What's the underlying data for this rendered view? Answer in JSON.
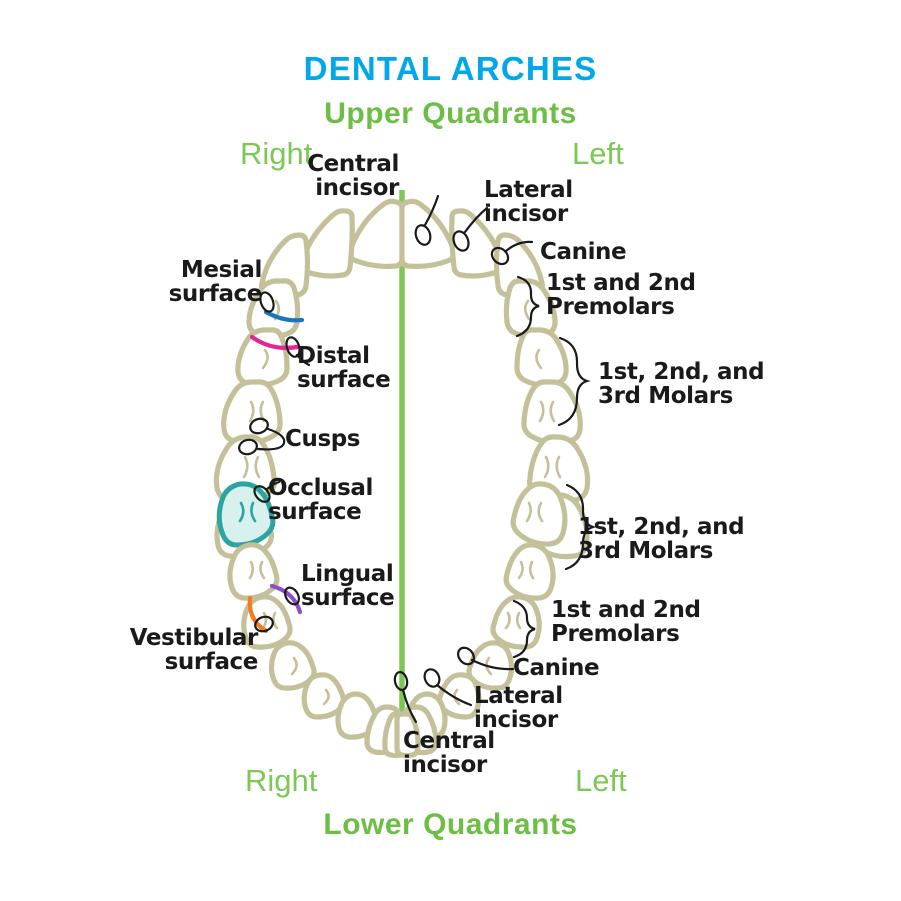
{
  "header": {
    "title": "DENTAL ARCHES",
    "upper_quadrants": "Upper Quadrants",
    "lower_quadrants": "Lower Quadrants",
    "title_color": "#00a8ea",
    "quadrant_color": "#6cbe45"
  },
  "sides": {
    "upper_right": "Right",
    "upper_left": "Left",
    "lower_right": "Right",
    "lower_left": "Left",
    "color": "#7dc855"
  },
  "midline": {
    "name": "midline",
    "color": "#7dc855"
  },
  "colors": {
    "tooth_outline": "#c4c19a",
    "tooth_fill": "#ffffff",
    "groove": "#c4c19a",
    "pointer": "#1a1a1a",
    "mesial": "#1b75bc",
    "distal": "#e5268f",
    "lingual": "#8e4fc6",
    "vestibular": "#f47b20",
    "occlusal_stroke": "#2aa5a0",
    "occlusal_fill": "#d8f0ee",
    "text": "#1a1a1a",
    "background": "#ffffff"
  },
  "annotations": {
    "upper_left": [
      {
        "id": "upper-central-incisor",
        "text": "Central\nincisor"
      },
      {
        "id": "upper-lateral-incisor",
        "text": "Lateral\nincisor"
      },
      {
        "id": "upper-canine",
        "text": "Canine"
      },
      {
        "id": "upper-premolars",
        "text": "1st and 2nd\nPremolars"
      },
      {
        "id": "upper-molars",
        "text": "1st, 2nd, and\n3rd Molars"
      }
    ],
    "lower_left": [
      {
        "id": "lower-molars",
        "text": "1st, 2nd, and\n3rd Molars"
      },
      {
        "id": "lower-premolars",
        "text": "1st and 2nd\nPremolars"
      },
      {
        "id": "lower-canine",
        "text": "Canine"
      },
      {
        "id": "lower-lateral-incisor",
        "text": "Lateral\nincisor"
      },
      {
        "id": "lower-central-incisor",
        "text": "Central\nincisor"
      }
    ],
    "surfaces": [
      {
        "id": "mesial-surface",
        "text": "Mesial\nsurface"
      },
      {
        "id": "distal-surface",
        "text": "Distal\nsurface"
      },
      {
        "id": "cusps",
        "text": "Cusps"
      },
      {
        "id": "occlusal-surface",
        "text": "Occlusal\nsurface"
      },
      {
        "id": "lingual-surface",
        "text": "Lingual\nsurface"
      },
      {
        "id": "vestibular-surface",
        "text": "Vestibular\nsurface"
      }
    ]
  }
}
